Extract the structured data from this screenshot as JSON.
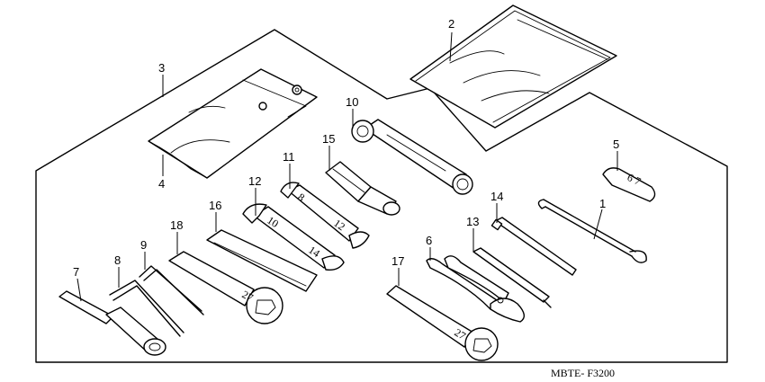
{
  "diagram": {
    "code": "MBTE- F3200",
    "callouts": {
      "c1": "1",
      "c2": "2",
      "c3": "3",
      "c4": "4",
      "c5": "5",
      "c6": "6",
      "c7": "7",
      "c8": "8",
      "c9": "9",
      "c10": "10",
      "c11": "11",
      "c12": "12",
      "c13": "13",
      "c14": "14",
      "c15": "15",
      "c16": "16",
      "c17": "17",
      "c18": "18"
    },
    "engravings": {
      "wrench5": "6 7",
      "wrench11a": "8",
      "wrench11b": "12",
      "wrench12a": "10",
      "wrench12b": "14",
      "wrench16": "27",
      "wrench17": "27"
    }
  }
}
